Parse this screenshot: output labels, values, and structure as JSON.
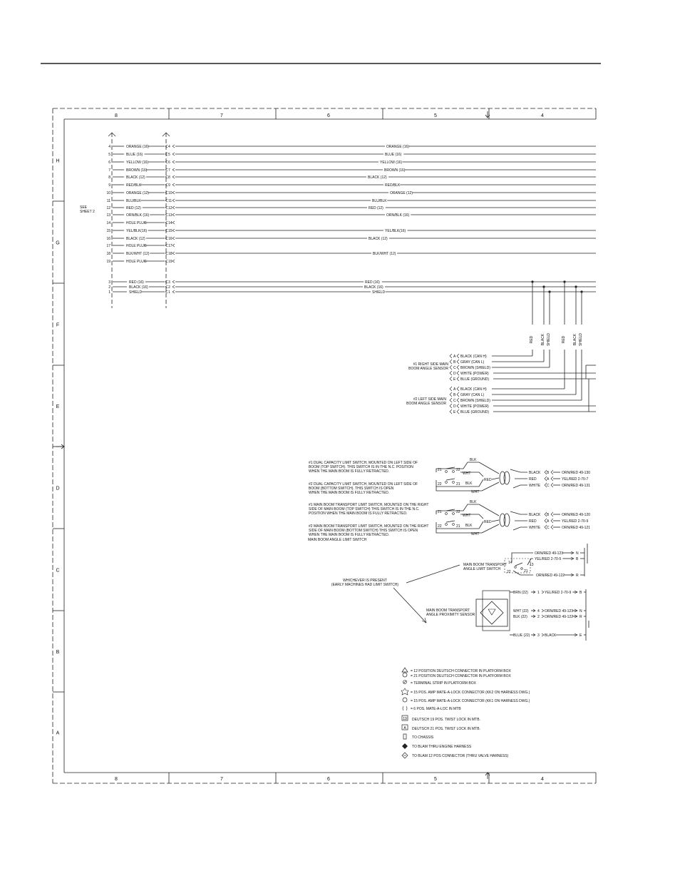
{
  "frame": {
    "columns": [
      "8",
      "7",
      "6",
      "5",
      "4"
    ],
    "rows": [
      "H",
      "G",
      "F",
      "E",
      "D",
      "C",
      "B",
      "A"
    ]
  },
  "see_sheet": [
    "SEE",
    "SHEET 2"
  ],
  "harness": [
    {
      "n": "4",
      "label": "ORANGE (16)",
      "pin": "4",
      "right": "ORANGE (16)"
    },
    {
      "n": "5",
      "label": "BLUE (16)",
      "pin": "5",
      "right": "BLUE (16)"
    },
    {
      "n": "6",
      "label": "YELLOW (16)",
      "pin": "6",
      "right": "YELLOW (16)"
    },
    {
      "n": "7",
      "label": "BROWN (16)",
      "pin": "7",
      "right": "BROWN (16)"
    },
    {
      "n": "8",
      "label": "BLACK (12)",
      "pin": "8",
      "right": "BLACK (12)"
    },
    {
      "n": "9",
      "label": "RED/BLK",
      "pin": "9",
      "right": "RED/BLK"
    },
    {
      "n": "10",
      "label": "ORANGE (12)",
      "pin": "10",
      "right": "ORANGE (12)"
    },
    {
      "n": "11",
      "label": "BLU/BLK",
      "pin": "11",
      "right": "BLU/BLK"
    },
    {
      "n": "12",
      "label": "RED (12)",
      "pin": "12",
      "right": "RED (12)"
    },
    {
      "n": "13",
      "label": "ORN/BLK (16)",
      "pin": "13",
      "right": "ORN/BLK (16)"
    },
    {
      "n": "14",
      "label": "HOLE PLUG",
      "pin": "14",
      "right": ""
    },
    {
      "n": "15",
      "label": "YEL/BLK(16)",
      "pin": "15",
      "right": "YEL/BLK(16)"
    },
    {
      "n": "16",
      "label": "BLACK (12)",
      "pin": "16",
      "right": "BLACK (12)"
    },
    {
      "n": "17",
      "label": "HOLE PLUG",
      "pin": "17",
      "right": ""
    },
    {
      "n": "18",
      "label": "BLK/WHT (12)",
      "pin": "18",
      "right": "BLK/WHT (12)"
    },
    {
      "n": "19",
      "label": "HOLE PLUG",
      "pin": "19",
      "right": ""
    }
  ],
  "power": [
    {
      "n": "3",
      "label": "RED (16)",
      "pin": "3",
      "right": "RED (16)"
    },
    {
      "n": "2",
      "label": "BLACK (16)",
      "pin": "2",
      "right": "BLACK (16)"
    },
    {
      "n": "1",
      "label": "SHIELD",
      "pin": "1",
      "right": "SHIELD"
    }
  ],
  "vertical_labels": [
    "RED",
    "BLACK",
    "SHIELD",
    "RED",
    "BLACK",
    "SHIELD"
  ],
  "sensor1": {
    "title": [
      "#1 RIGHT SIDE MAIN",
      "BOOM ANGLE SENSOR"
    ],
    "pins": [
      {
        "pin": "A",
        "wire": "BLACK (CAN H)"
      },
      {
        "pin": "B",
        "wire": "GRAY (CAN L)"
      },
      {
        "pin": "C",
        "wire": "BROWN (SHIELD)"
      },
      {
        "pin": "D",
        "wire": "WHITE (POWER)"
      },
      {
        "pin": "E",
        "wire": "BLUE (GROUND)"
      }
    ]
  },
  "sensor2": {
    "title": [
      "#2 LEFT SIDE MAIN",
      "BOOM ANGLE SENSOR"
    ],
    "pins": [
      {
        "pin": "A",
        "wire": "BLACK (CAN H)"
      },
      {
        "pin": "B",
        "wire": "GRAY (CAN L)"
      },
      {
        "pin": "C",
        "wire": "BROWN (SHIELD)"
      },
      {
        "pin": "D",
        "wire": "WHITE (POWER)"
      },
      {
        "pin": "E",
        "wire": "BLUE (GROUND)"
      }
    ]
  },
  "dual_capacity": {
    "note1": [
      "#1 DUAL CAPACITY LIMIT SWITCH, MOUNTED ON LEFT SIDE OF",
      "BOOM (TOP SWITCH). THIS SWITCH IS IN THE N.C. POSITION",
      "WHEN THE MAIN BOOM IS FULLY RETRACTED."
    ],
    "note2": [
      "#2 DUAL CAPACITY LIMIT SWITCH, MOUNTED ON LEFT SIDE OF",
      "BOOM (BOTTOM SWITCH). THIS SWITCH IS OPEN",
      "WHEN THE MAIN BOOM IS FULLY RETRACTED."
    ],
    "sw1": {
      "left": "21",
      "right": "22",
      "top": "BLK",
      "mid": "WHT"
    },
    "sw2": {
      "left": "22",
      "right": "21",
      "top": "",
      "mid": "BLK"
    },
    "red": "RED",
    "wht": "WHT",
    "out": [
      {
        "wire": "BLACK",
        "pin": "B",
        "dest": "ORN/RED 49-130"
      },
      {
        "wire": "RED",
        "pin": "A",
        "dest": "YEL/RED 2-70-7"
      },
      {
        "wire": "WHITE",
        "pin": "C",
        "dest": "ORN/RED 49-131"
      }
    ]
  },
  "transport": {
    "note1": [
      "#1 MAIN BOOM TRANSPORT LIMIT SWITCH, MOUNTED ON THE RIGHT",
      "SIDE OF MAIN BOOM (TOP SWITCH) THIS SWITCH IS IN THE N.C.",
      "POSITION WHEN THE MAIN BOOM IS FULLY RETRACTED."
    ],
    "note2": [
      "#2 MAIN BOOM TRANSPORT LIMIT SWITCH, MOUNTED ON THE RIGHT",
      "SIDE OF MAIN BOOM (BOTTOM SWITCH) THIS SWITCH IS OPEN",
      "WHEN THE MAIN BOOM IS FULLY RETRACTED."
    ],
    "sw1": {
      "left": "21",
      "right": "22",
      "top": "BLK",
      "mid": "WHT"
    },
    "sw2": {
      "left": "22",
      "right": "21",
      "top": "",
      "mid": "BLK"
    },
    "red": "RED",
    "wht": "WHT",
    "out": [
      {
        "wire": "BLACK",
        "pin": "B",
        "dest": "ORN/RED 49-120"
      },
      {
        "wire": "RED",
        "pin": "A",
        "dest": "YEL/RED 2-70-9"
      },
      {
        "wire": "WHITE",
        "pin": "C",
        "dest": "ORN/RED 49-121"
      }
    ]
  },
  "angle_limit_note": "MAIN BOOM ANGLE LIMIT SWITCH",
  "angle_switch": {
    "label": [
      "MAIN BOOM TRANSPORT",
      "ANGLE LIMIT SWITCH"
    ],
    "pins": {
      "p14": "14",
      "p13": "13",
      "p22": "22",
      "p21": "21"
    },
    "wires": [
      {
        "text": "ORN/RED 49-123",
        "end": "N"
      },
      {
        "text": "YEL/RED 2-70-5",
        "end": "B"
      },
      {
        "text": "ORN/RED 49-122",
        "end": "R"
      }
    ]
  },
  "whichever": [
    "WHICHEVER IS PRESENT",
    "(EARLY MACHINES HAD LIMIT SWITCH)"
  ],
  "prox": {
    "label": [
      "MAIN BOOM TRANSPORT",
      "ANGLE PROXIMITY SENSOR"
    ],
    "wires": [
      {
        "wire": "BRN (22)",
        "pin": "1",
        "dest": "YEL/RED 2-70-9",
        "end": "B"
      },
      {
        "wire": "WHT (22)",
        "pin": "4",
        "dest": "ORN/RED 49-123",
        "end": "N"
      },
      {
        "wire": "BLK (22)",
        "pin": "2",
        "dest": "ORN/RED 49-122",
        "end": "R"
      },
      {
        "wire": "BLUE (22)",
        "pin": "3",
        "dest": "BLACK",
        "end": "E"
      }
    ]
  },
  "legend": [
    {
      "sym": "tri",
      "text": "= 12 POSITION DEUTSCH CONNECTOR IN PLATFORM BOX"
    },
    {
      "sym": "circle",
      "text": "= 21 POSITION DEUTSCH CONNECTOR IN PLATFORM BOX"
    },
    {
      "sym": "slash",
      "text": "= TERMINAL STRIP IN PLATFORM BOX"
    },
    {
      "sym": "star",
      "text": "= 15 POS. AMP MATE-A-LOCK CONNECTOR (KK2 ON HARNESS DWG.)"
    },
    {
      "sym": "circ2",
      "text": "= 15 POS. AMP MATE-A-LOCK CONNECTOR (KK1 ON HARNESS DWG.)"
    },
    {
      "sym": "paren",
      "text": "= 6 POS. MATE-A-LOC IN MTB"
    },
    {
      "sym": "box19",
      "text": "DEUTSCH 19 POS. TWIST LOCK IN MTB.",
      "mark": "19"
    },
    {
      "sym": "boxA",
      "text": "DEUTSCH 21 POS. TWIST LOCK IN MTB.",
      "mark": "A"
    },
    {
      "sym": "chassis",
      "text": "TO CHASSIS"
    },
    {
      "sym": "diamond",
      "text": "TO BLAM THRU ENGINE HARNESS"
    },
    {
      "sym": "diamond2",
      "text": "TO BLAM 12 POS CONNECTOR (THRU VALVE HARNESS)"
    }
  ]
}
